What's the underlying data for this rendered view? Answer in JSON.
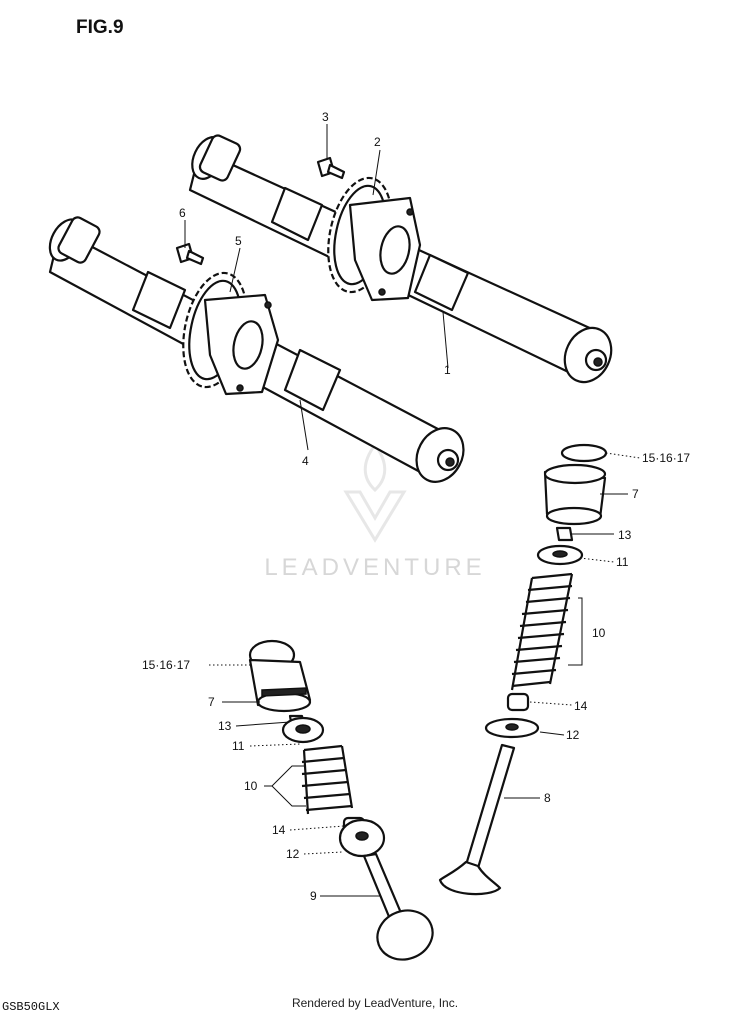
{
  "figure": {
    "title": "FIG.9",
    "model_code": "GSB50GLX",
    "footer": "Rendered by LeadVenture, Inc."
  },
  "watermark": {
    "text": "LEADVENTURE",
    "logo": "leadventure-flame-v-logo"
  },
  "callouts": {
    "c1": "1",
    "c2": "2",
    "c3": "3",
    "c4": "4",
    "c5": "5",
    "c6": "6",
    "c7a": "7",
    "c7b": "7",
    "c8": "8",
    "c9": "9",
    "c10a": "10",
    "c10b": "10",
    "c11a": "11",
    "c11b": "11",
    "c12a": "12",
    "c12b": "12",
    "c13a": "13",
    "c13b": "13",
    "c14a": "14",
    "c14b": "14",
    "c15a": "15·16·17",
    "c15b": "15·16·17"
  },
  "parts": [
    {
      "id": "camshaft-upper",
      "callout": "1"
    },
    {
      "id": "sprocket-upper",
      "callout": "2"
    },
    {
      "id": "bolt-upper",
      "callout": "3"
    },
    {
      "id": "camshaft-lower",
      "callout": "4"
    },
    {
      "id": "sprocket-lower",
      "callout": "5"
    },
    {
      "id": "bolt-lower",
      "callout": "6"
    },
    {
      "id": "tappet",
      "callout": "7"
    },
    {
      "id": "valve-exhaust",
      "callout": "8"
    },
    {
      "id": "valve-intake",
      "callout": "9"
    },
    {
      "id": "valve-spring",
      "callout": "10"
    },
    {
      "id": "spring-retainer",
      "callout": "11"
    },
    {
      "id": "spring-seat",
      "callout": "12"
    },
    {
      "id": "cotter",
      "callout": "13"
    },
    {
      "id": "oil-seal",
      "callout": "14"
    },
    {
      "id": "shim",
      "callout": "15·16·17"
    }
  ]
}
